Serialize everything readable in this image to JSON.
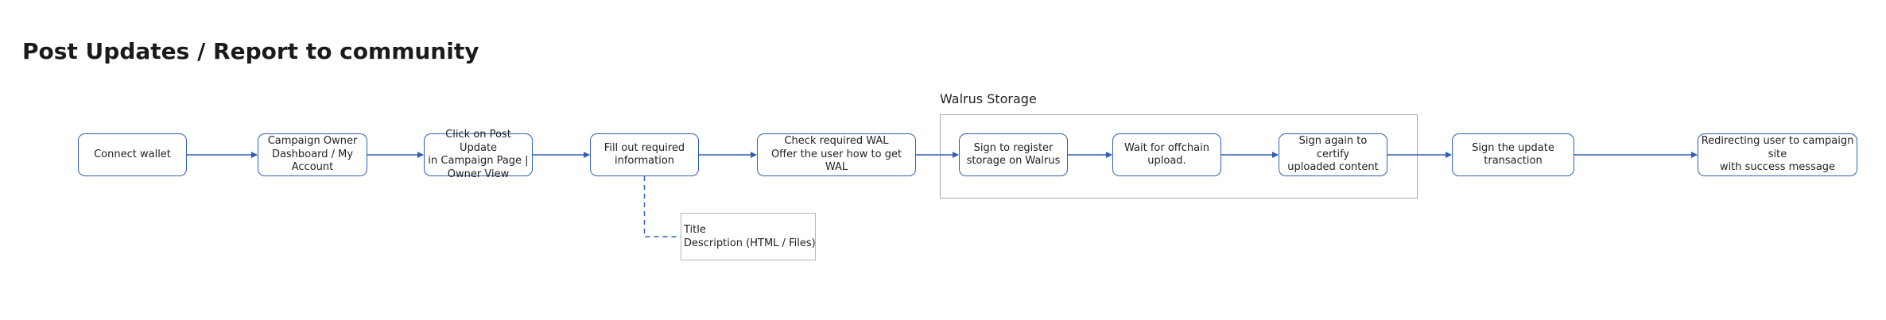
{
  "title": "Post Updates / Report to community",
  "group": {
    "label": "Walrus Storage"
  },
  "nodes": [
    {
      "id": "connect-wallet",
      "label": "Connect wallet"
    },
    {
      "id": "campaign-owner-dashboard",
      "label": "Campaign Owner\nDashboard / My\nAccount"
    },
    {
      "id": "click-post-update",
      "label": "Click on Post Update\nin Campaign Page |\nOwner View"
    },
    {
      "id": "fill-out-info",
      "label": "Fill out required\ninformation"
    },
    {
      "id": "check-wal",
      "label": "Check required WAL\nOffer the user how to get WAL"
    },
    {
      "id": "sign-register-storage",
      "label": "Sign to register\nstorage on Walrus"
    },
    {
      "id": "wait-offchain-upload",
      "label": "Wait for offchain\nupload."
    },
    {
      "id": "sign-certify-content",
      "label": "Sign again to certify\nuploaded content"
    },
    {
      "id": "sign-update-transaction",
      "label": "Sign the update\ntransaction"
    },
    {
      "id": "redirect-success",
      "label": "Redirecting user to campaign site\nwith success message"
    }
  ],
  "note": {
    "line1": "Title",
    "line2": "Description (HTML / Files)"
  },
  "colors": {
    "node_border": "#2f5fb3",
    "edge": "#2f5fb3",
    "group_border": "#a8a8a8",
    "note_border": "#b5b5b5"
  }
}
